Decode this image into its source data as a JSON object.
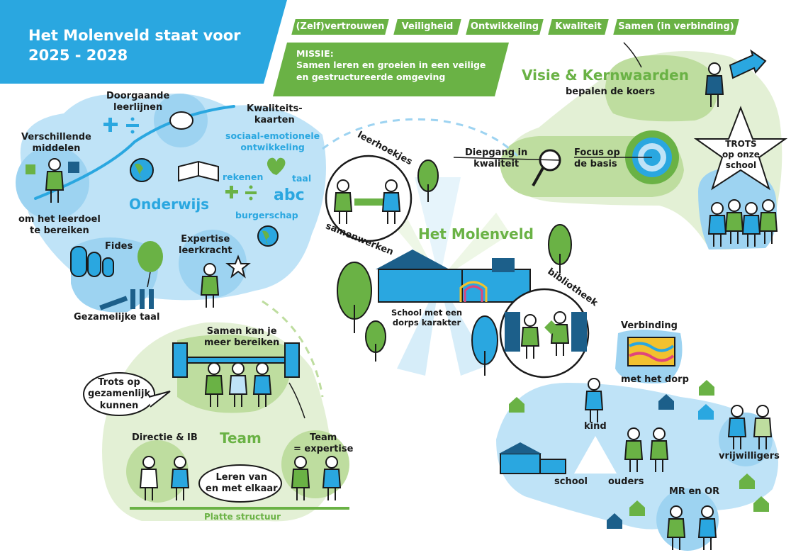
{
  "header": {
    "title_line1": "Het Molenveld staat voor",
    "title_line2": "2025 - 2028"
  },
  "values": [
    "(Zelf)vertrouwen",
    "Veiligheid",
    "Ontwikkeling",
    "Kwaliteit",
    "Samen (in verbinding)"
  ],
  "mission": {
    "label": "MISSIE:",
    "line1": "Samen leren en groeien in een veilige",
    "line2": "en gestructureerde omgeving"
  },
  "visie": {
    "title": "Visie & Kernwaarden",
    "subtitle": "bepalen de koers",
    "diepgang": [
      "Diepgang in",
      "kwaliteit"
    ],
    "focus": [
      "Focus op",
      "de basis"
    ],
    "trots": [
      "TROTS",
      "op onze",
      "school"
    ]
  },
  "onderwijs": {
    "title": "Onderwijs",
    "leerlijnen": [
      "Doorgaande",
      "leerlijnen"
    ],
    "middelen": [
      "Verschillende",
      "middelen"
    ],
    "leerdoel": [
      "om het leerdoel",
      "te bereiken"
    ],
    "kaarten": [
      "Kwaliteits-",
      "kaarten"
    ],
    "sociaal": [
      "sociaal-emotionele",
      "ontwikkeling"
    ],
    "rekenen": "rekenen",
    "taal": "taal",
    "abc": "abc",
    "burgerschap": "burgerschap",
    "fides": "Fides",
    "expertise": [
      "Expertise",
      "leerkracht"
    ],
    "gezamenlijke_taal": "Gezamelijke taal"
  },
  "center": {
    "title": "Het Molenveld",
    "leerhoekjes": "leerhoekjes",
    "samenwerken": "samenwerken",
    "school_caption": [
      "School met een",
      "dorps karakter"
    ],
    "bibliotheek": "bibliotheek"
  },
  "team": {
    "title": "Team",
    "samen": [
      "Samen kan je",
      "meer bereiken"
    ],
    "trots": [
      "Trots op",
      "gezamenlijk",
      "kunnen"
    ],
    "directie": "Directie & IB",
    "expertise": [
      "Team",
      "= expertise"
    ],
    "leren": [
      "Leren van",
      "en met elkaar"
    ],
    "platte": "Platte structuur"
  },
  "community": {
    "verbinding": "Verbinding",
    "dorp": "met het dorp",
    "kind": "kind",
    "school": "school",
    "ouders": "ouders",
    "vrijwilligers": "vrijwilligers",
    "mr": "MR en OR"
  },
  "colors": {
    "blue": "#2aa7e0",
    "light_blue": "#bfe3f7",
    "green": "#6ab245",
    "light_green": "#d5e9c1",
    "dark_blue": "#1c5f8a",
    "white": "#ffffff"
  }
}
